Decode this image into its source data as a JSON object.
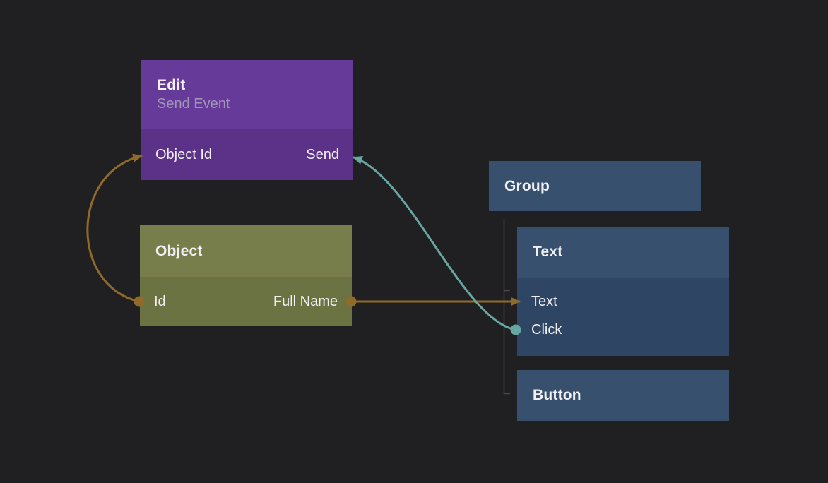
{
  "colors": {
    "bg": "#202022",
    "edit_header": "#663a99",
    "edit_body": "#5c3288",
    "object_header": "#777d4b",
    "object_body": "#6c7343",
    "blue_header": "#36506e",
    "blue_body": "#2e4663",
    "edge_orange": "#8f6a28",
    "edge_teal": "#68a7a1",
    "tree_line": "#4a4a4c",
    "title_text": "#f2f0f4",
    "subtitle_text": "#a295b7",
    "port_text": "#f2f0f4"
  },
  "nodes": {
    "edit": {
      "title": "Edit",
      "subtitle": "Send Event",
      "ports": {
        "input": "Object Id",
        "output": "Send"
      }
    },
    "object": {
      "title": "Object",
      "ports": {
        "input": "Id",
        "output": "Full Name"
      }
    },
    "group": {
      "title": "Group"
    },
    "text": {
      "title": "Text",
      "ports": {
        "input": "Text",
        "event": "Click"
      }
    },
    "button": {
      "title": "Button"
    }
  },
  "edges": [
    {
      "from": "Object / Id",
      "to": "Edit / Object Id",
      "color": "#8f6a28"
    },
    {
      "from": "Object / Full Name",
      "to": "Text / Text",
      "color": "#8f6a28"
    },
    {
      "from": "Text / Click",
      "to": "Edit / Send",
      "color": "#68a7a1"
    }
  ]
}
